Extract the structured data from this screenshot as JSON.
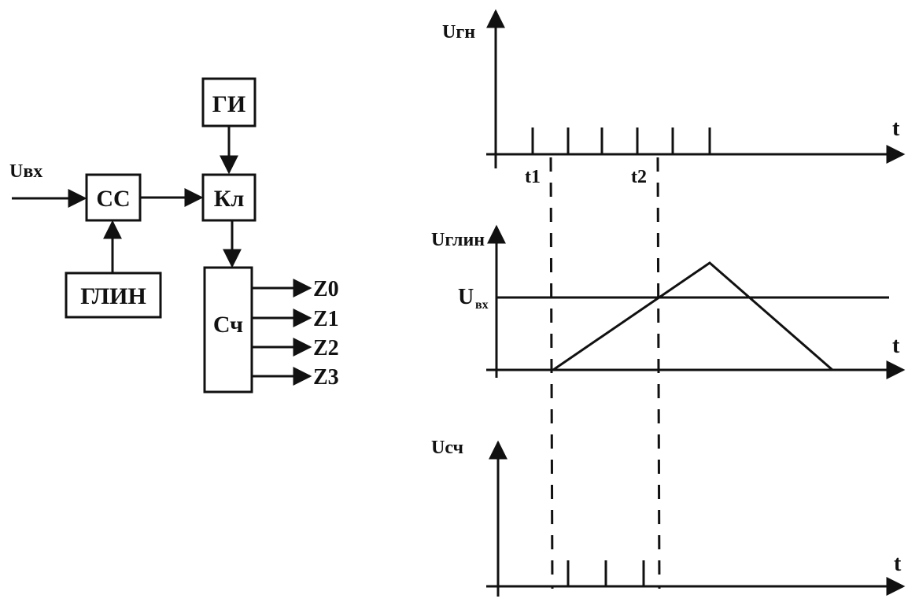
{
  "block_diagram": {
    "input_label": "Uвх",
    "blocks": {
      "cc": "СС",
      "glin": "ГЛИН",
      "gi": "ГИ",
      "kl": "Кл",
      "sch": "Сч"
    },
    "outputs": [
      "Z0",
      "Z1",
      "Z2",
      "Z3"
    ]
  },
  "timing": {
    "top": {
      "ylabel": "Uгн",
      "xlabel": "t",
      "t1": "t1",
      "t2": "t2"
    },
    "middle": {
      "ylabel": "Uглин",
      "xlabel": "t",
      "level_main": "U",
      "level_sub": "вх"
    },
    "bottom": {
      "ylabel": "Uсч",
      "xlabel": "t"
    }
  }
}
